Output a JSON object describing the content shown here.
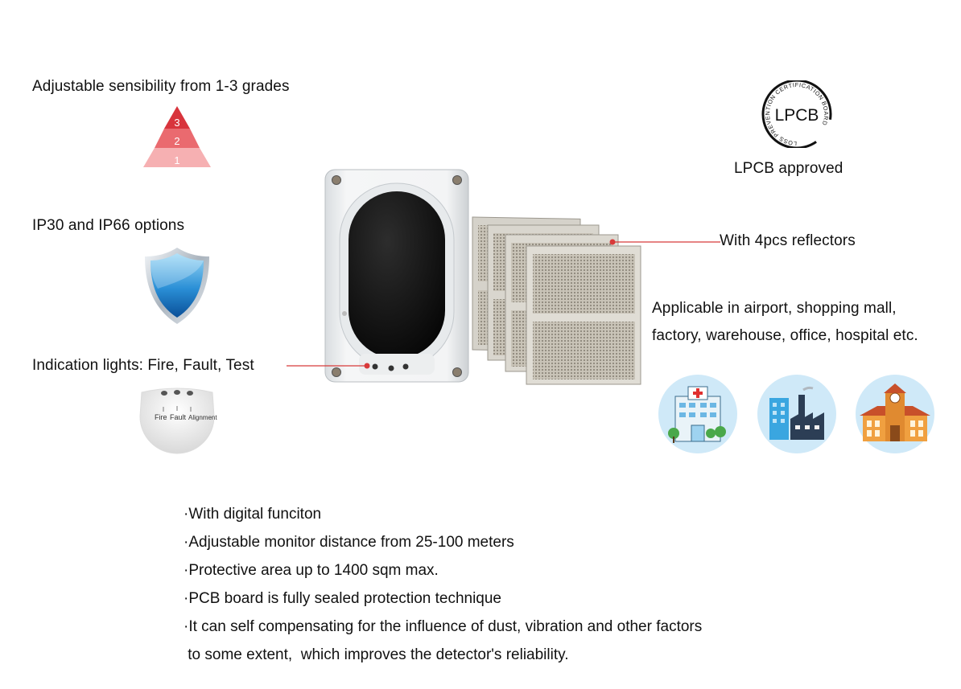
{
  "features": {
    "sensibility": "Adjustable sensibility from 1-3 grades",
    "ip": "IP30 and IP66 options",
    "lights": "Indication lights: Fire, Fault, Test",
    "lpcb_caption": "LPCB approved",
    "reflectors": "With 4pcs reflectors",
    "applicable_line1": "Applicable in airport, shopping mall,",
    "applicable_line2": "factory, warehouse, office, hospital etc."
  },
  "pyramid": {
    "levels": [
      "3",
      "2",
      "1"
    ],
    "colors": [
      "#d8343c",
      "#ea6a6f",
      "#f6b0b2"
    ]
  },
  "indicator": {
    "labels": [
      "Fire",
      "Fault",
      "Alignment"
    ]
  },
  "lpcb_logo": {
    "mark": "LPCB",
    "ring_text": "LOSS PREVENTION CERTIFICATION BOARD"
  },
  "bullets": [
    "·With digital funciton",
    "·Adjustable monitor distance from 25-100 meters",
    "·Protective area up to 1400 sqm max.",
    "·PCB board is fully sealed protection technique",
    "·It can self compensating for the influence of dust, vibration and other factors",
    " to some extent,  which improves the detector's reliability."
  ],
  "colors": {
    "accent_red": "#d83a3a",
    "shield_blue": "#2a8fd6",
    "icon_bg": "#cfe9f8"
  }
}
